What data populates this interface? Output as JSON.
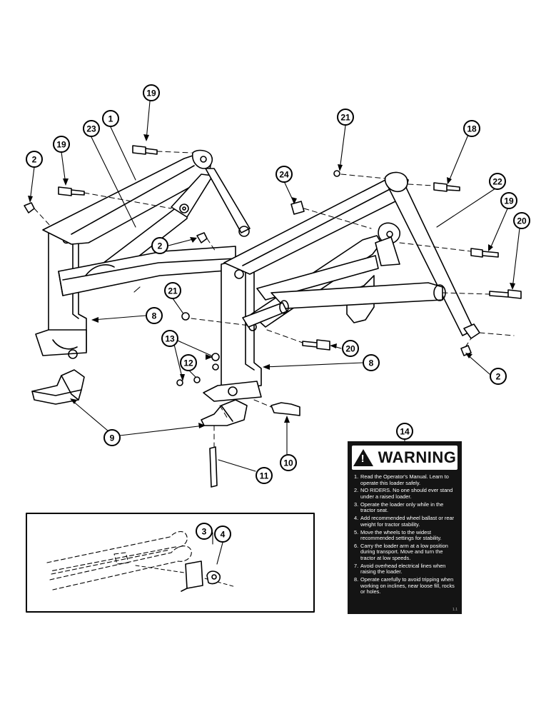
{
  "callouts": [
    {
      "id": "c19a",
      "label": "19"
    },
    {
      "id": "c1",
      "label": "1"
    },
    {
      "id": "c23",
      "label": "23"
    },
    {
      "id": "c19b",
      "label": "19"
    },
    {
      "id": "c2a",
      "label": "2"
    },
    {
      "id": "c2b",
      "label": "2"
    },
    {
      "id": "c21a",
      "label": "21"
    },
    {
      "id": "c8a",
      "label": "8"
    },
    {
      "id": "c13",
      "label": "13"
    },
    {
      "id": "c12",
      "label": "12"
    },
    {
      "id": "c9",
      "label": "9"
    },
    {
      "id": "c21b",
      "label": "21"
    },
    {
      "id": "c18",
      "label": "18"
    },
    {
      "id": "c24",
      "label": "24"
    },
    {
      "id": "c22",
      "label": "22"
    },
    {
      "id": "c19c",
      "label": "19"
    },
    {
      "id": "c20a",
      "label": "20"
    },
    {
      "id": "c20b",
      "label": "20"
    },
    {
      "id": "c8b",
      "label": "8"
    },
    {
      "id": "c2c",
      "label": "2"
    },
    {
      "id": "c10",
      "label": "10"
    },
    {
      "id": "c11",
      "label": "11"
    },
    {
      "id": "c14",
      "label": "14"
    },
    {
      "id": "c3",
      "label": "3"
    },
    {
      "id": "c4",
      "label": "4"
    }
  ],
  "warning_decal": {
    "title": "WARNING",
    "items": [
      {
        "num": "1.",
        "text": "Read the Operator's Manual. Learn to operate this loader safely."
      },
      {
        "num": "2.",
        "text": "NO RIDERS. No one should ever stand under a raised loader."
      },
      {
        "num": "3.",
        "text": "Operate the loader only while in the tractor seat."
      },
      {
        "num": "4.",
        "text": "Add recommended wheel ballast or rear weight for tractor stability."
      },
      {
        "num": "5.",
        "text": "Move the wheels to the widest recommended settings for stability."
      },
      {
        "num": "6.",
        "text": "Carry the loader arm at a low position during transport. Move and turn the tractor at low speeds."
      },
      {
        "num": "7.",
        "text": "Avoid overhead electrical lines when raising the loader."
      },
      {
        "num": "8.",
        "text": "Operate carefully to avoid tripping when working on inclines, near loose fill, rocks or holes."
      }
    ],
    "code": "1.1"
  }
}
